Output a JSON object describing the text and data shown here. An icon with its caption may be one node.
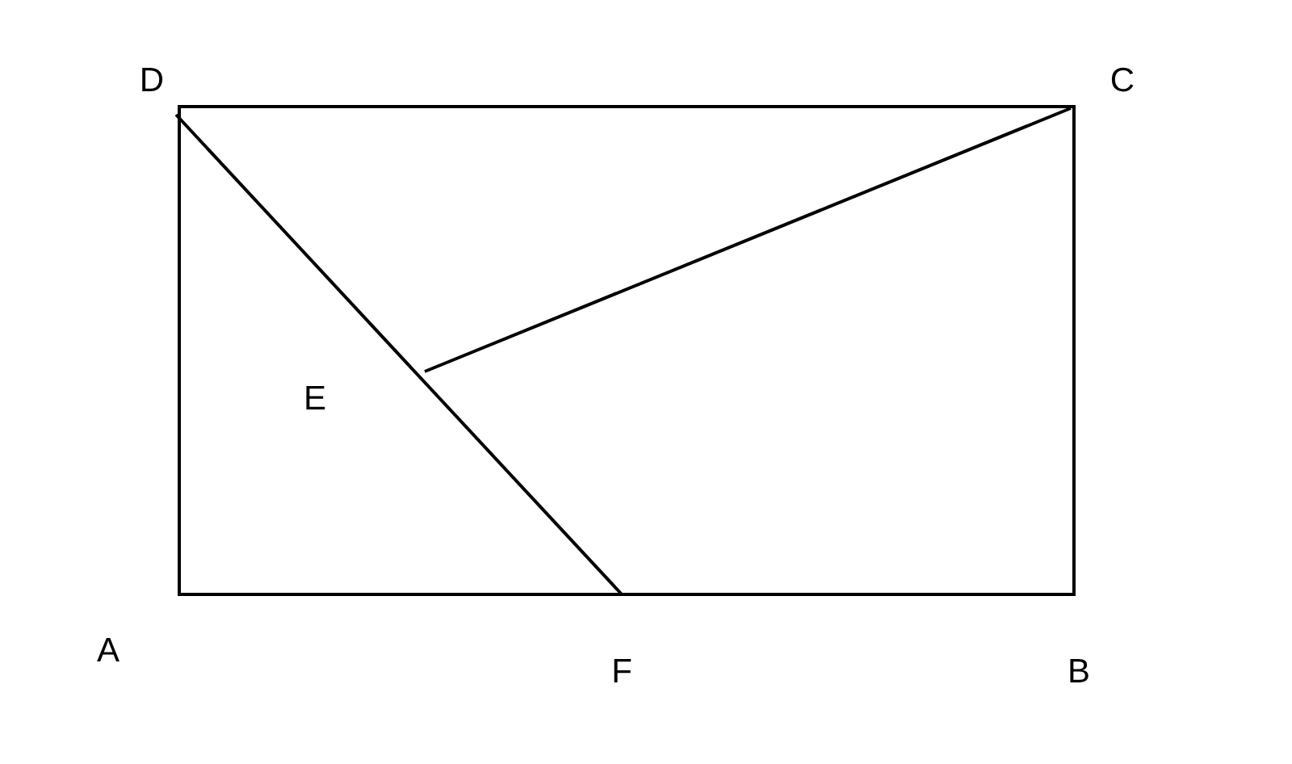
{
  "diagram": {
    "labels": [
      "D",
      "C",
      "E",
      "A",
      "F",
      "B"
    ]
  }
}
